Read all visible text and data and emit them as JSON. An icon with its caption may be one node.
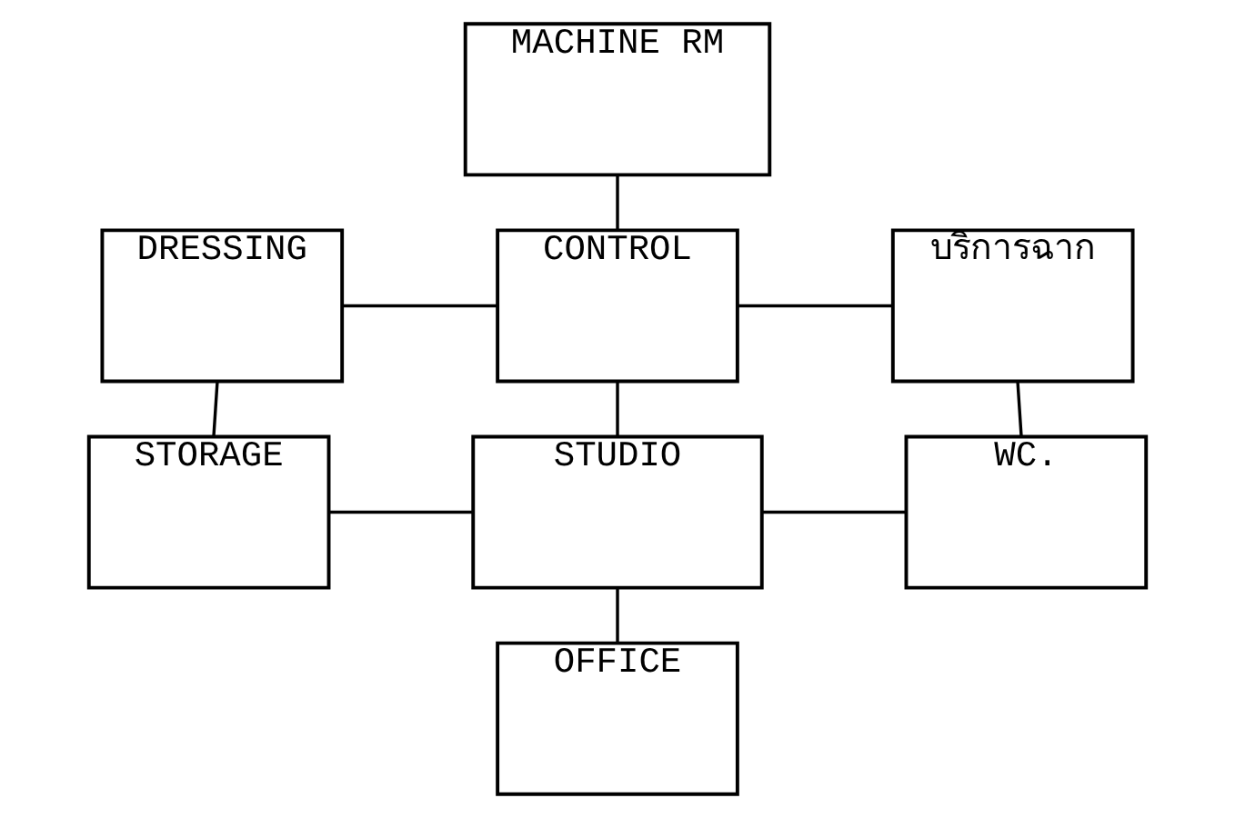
{
  "diagram": {
    "nodes": [
      {
        "text": [
          "MACHINE RM"
        ]
      },
      {
        "text": [
          "DRESSING"
        ]
      },
      {
        "text": [
          "CONTROL"
        ]
      },
      {
        "text": [
          "บริการฉาก"
        ]
      },
      {
        "text": [
          "STORAGE"
        ]
      },
      {
        "text": [
          "STUDIO"
        ]
      },
      {
        "text": [
          "WC."
        ]
      },
      {
        "text": [
          "OFFICE"
        ]
      }
    ],
    "edges": [
      {
        "from": 0,
        "to": 2,
        "arrow": "none"
      },
      {
        "from": 1,
        "to": 2,
        "arrow": "none"
      },
      {
        "from": 2,
        "to": 3,
        "arrow": "none"
      },
      {
        "from": 1,
        "to": 4,
        "arrow": "none"
      },
      {
        "from": 2,
        "to": 5,
        "arrow": "none"
      },
      {
        "from": 3,
        "to": 6,
        "arrow": "none"
      },
      {
        "from": 4,
        "to": 5,
        "arrow": "none"
      },
      {
        "from": 5,
        "to": 6,
        "arrow": "none"
      },
      {
        "from": 5,
        "to": 7,
        "arrow": "none"
      }
    ]
  }
}
